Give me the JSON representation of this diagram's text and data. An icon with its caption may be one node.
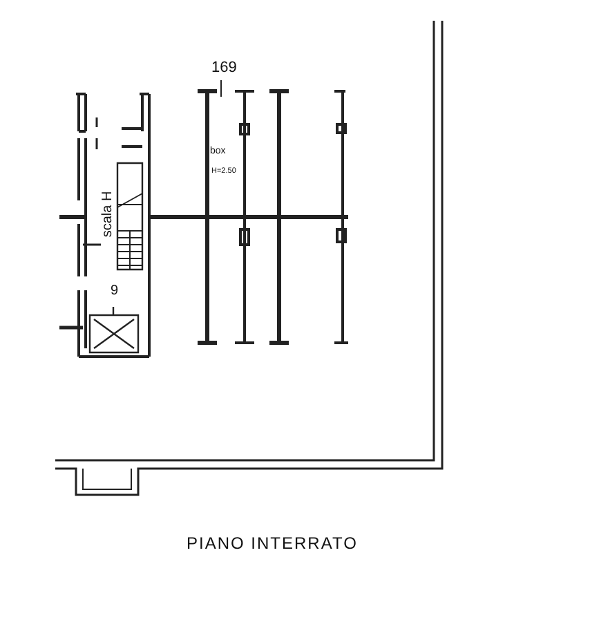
{
  "diagram": {
    "caption": "PIANO INTERRATO",
    "labels": [
      "169",
      "box",
      "H=2.50",
      "scala H",
      "9"
    ]
  }
}
